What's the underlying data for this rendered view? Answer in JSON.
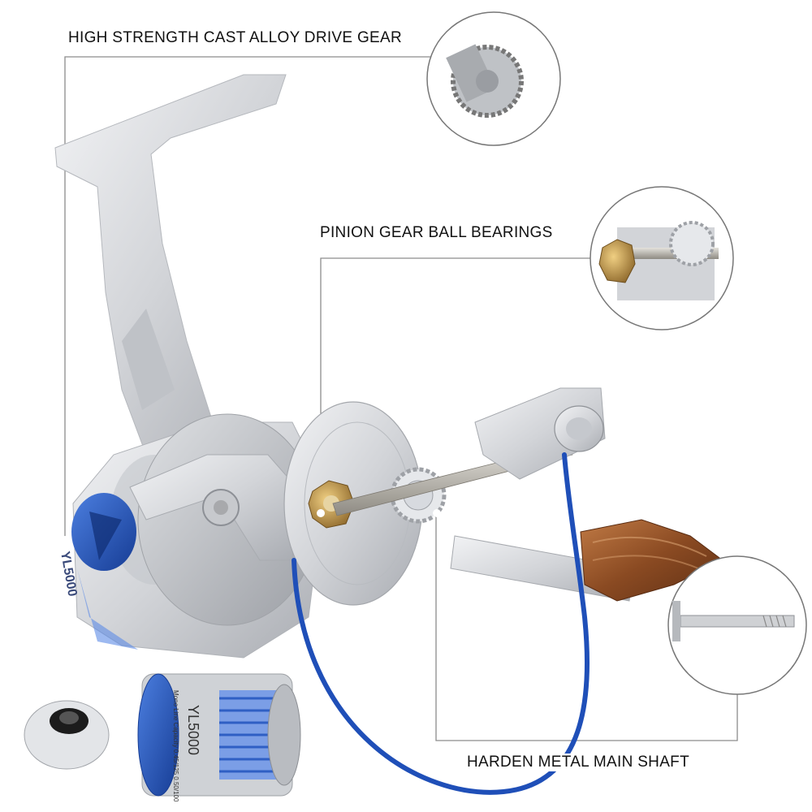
{
  "callouts": {
    "drive_gear": "HIGH STRENGTH CAST ALLOY DRIVE GEAR",
    "pinion_bearings": "PINION GEAR BALL BEARINGS",
    "main_shaft": "HARDEN METAL MAIN SHAFT"
  },
  "reel": {
    "model_side": "YL5000",
    "model_spool": "YL5000",
    "spool_spec": "Mono Line Capacity 0.45/125 0.50/100"
  },
  "colors": {
    "background": "#ffffff",
    "reel_silver": "#d4d6da",
    "accent_blue": "#1f4fb8",
    "bronze": "#b88a3c",
    "wood": "#8a4a22",
    "callout_line": "#8c8c8c"
  }
}
